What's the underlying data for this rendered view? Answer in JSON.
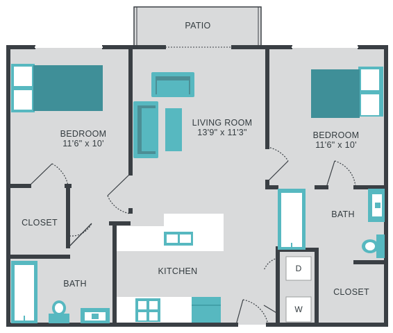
{
  "rooms": {
    "patio": {
      "name": "PATIO"
    },
    "living_room": {
      "name": "LIVING ROOM",
      "dims": "13'9\" x 11'3\""
    },
    "bedroom_left": {
      "name": "BEDROOM",
      "dims": "11'6\" x 10'"
    },
    "bedroom_right": {
      "name": "BEDROOM",
      "dims": "11'6\" x 10'"
    },
    "closet_left": {
      "name": "CLOSET"
    },
    "bath_left": {
      "name": "BATH"
    },
    "kitchen": {
      "name": "KITCHEN"
    },
    "bath_right": {
      "name": "BATH"
    },
    "closet_right": {
      "name": "CLOSET"
    }
  },
  "appliances": {
    "dryer": "D",
    "washer": "W"
  },
  "colors": {
    "floor": "#d9dadb",
    "wall": "#3a3f44",
    "accent": "#57b8c0",
    "accent_dark": "#2c8790",
    "bed_sheet": "#3f8f98",
    "fixture_white": "#ffffff"
  },
  "icons": [
    "bed-icon",
    "sofa-icon",
    "loveseat-icon",
    "coffee-table-icon",
    "bathtub-icon",
    "toilet-icon",
    "sink-icon",
    "stove-icon",
    "fridge-icon",
    "washer-icon",
    "dryer-icon"
  ]
}
